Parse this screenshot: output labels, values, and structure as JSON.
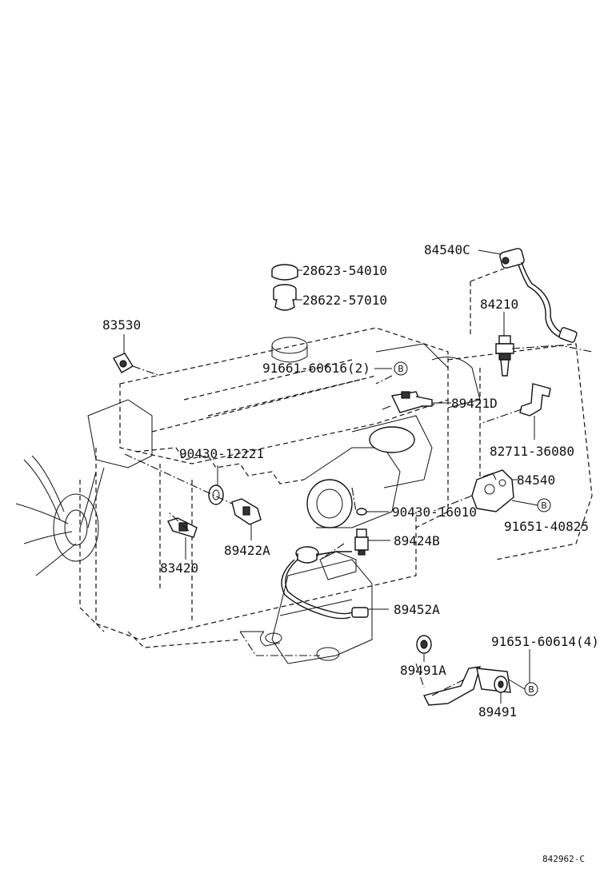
{
  "labels": {
    "p1": "84540C",
    "p2": "28623-54010",
    "p3": "28622-57010",
    "p4": "84210",
    "p5": "83530",
    "p6": "91661-60616(2)",
    "p7": "89421D",
    "p8": "82711-36080",
    "p9": "90430-12221",
    "p10": "84540",
    "p11": "90430-16010",
    "p12": "91651-40825",
    "p13": "89424B",
    "p14": "83420",
    "p15": "89422A",
    "p16": "89452A",
    "p17": "91651-60614(4)",
    "p18": "89491A",
    "p19": "89491",
    "ref_mark": "B",
    "figure_code": "842962-C"
  }
}
